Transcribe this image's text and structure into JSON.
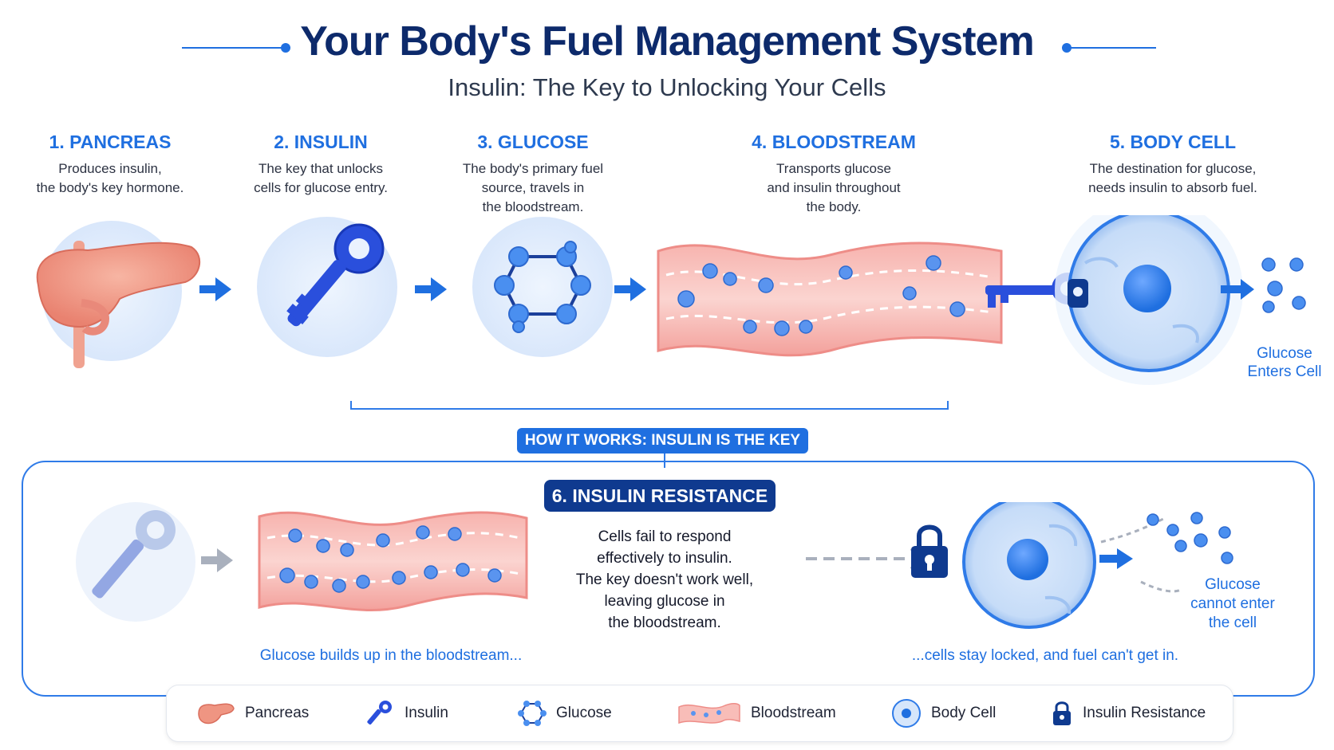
{
  "header": {
    "title": "Your Body's Fuel Management System",
    "subtitle": "Insulin: The Key to Unlocking Your Cells"
  },
  "steps": [
    {
      "heading": "1. PANCREAS",
      "desc_1": "Produces insulin,",
      "desc_2": "the body's key hormone."
    },
    {
      "heading": "2. INSULIN",
      "desc_1": "The key that unlocks",
      "desc_2": "cells for glucose entry."
    },
    {
      "heading": "3. GLUCOSE",
      "desc_1": "The body's primary fuel",
      "desc_2": "source, travels in",
      "desc_3": "the bloodstream."
    },
    {
      "heading": "4. BLOODSTREAM",
      "desc_1": "Transports glucose",
      "desc_2": "and insulin throughout",
      "desc_3": "the body."
    },
    {
      "heading": "5. BODY CELL",
      "desc_1": "The destination for glucose,",
      "desc_2": "needs insulin to absorb fuel."
    }
  ],
  "glucose_enters": {
    "line_1": "Glucose",
    "line_2": "Enters Cell"
  },
  "how_it_works": "HOW IT WORKS: INSULIN IS THE KEY",
  "resistance": {
    "heading": "6. INSULIN RESISTANCE",
    "text_1": "Cells fail to respond",
    "text_2": "effectively to insulin.",
    "text_3": "The key doesn't work well,",
    "text_4": "leaving glucose in",
    "text_5": "the bloodstream.",
    "caption_left": "Glucose builds up in the bloodstream...",
    "caption_right": "...cells stay locked, and fuel can't get in.",
    "cannot_1": "Glucose",
    "cannot_2": "cannot enter",
    "cannot_3": "the cell"
  },
  "legend": [
    {
      "label": "Pancreas",
      "icon": "pancreas-icon"
    },
    {
      "label": "Insulin",
      "icon": "key-icon"
    },
    {
      "label": "Glucose",
      "icon": "hexagon-molecule-icon"
    },
    {
      "label": "Bloodstream",
      "icon": "blood-vessel-icon"
    },
    {
      "label": "Body Cell",
      "icon": "cell-icon"
    },
    {
      "label": "Insulin Resistance",
      "icon": "padlock-icon"
    }
  ],
  "colors": {
    "accent": "#1f6fe0",
    "navy": "#0d2a6b",
    "vessel": "#f08a8a"
  }
}
